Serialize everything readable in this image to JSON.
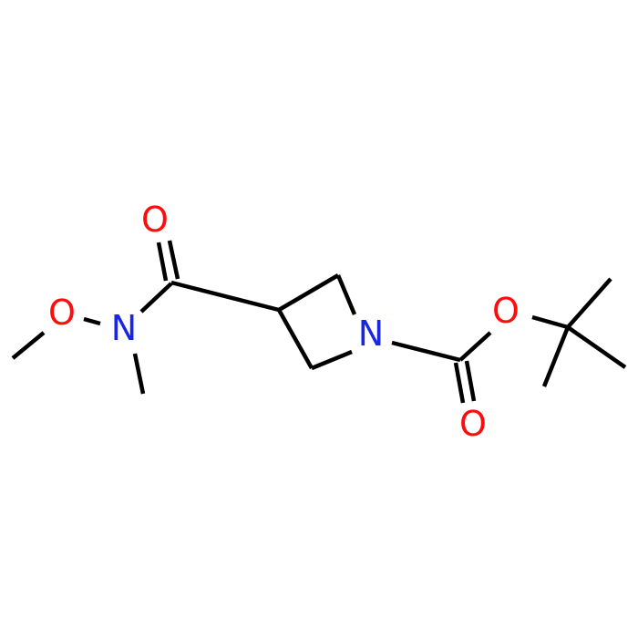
{
  "molecule": {
    "colors": {
      "bond": "#000000",
      "oxygen": "#ff0d0d",
      "nitrogen": "#1a26e6"
    },
    "labels": {
      "o_carbonyl_amide": "O",
      "o_methoxy": "O",
      "n_amide": "N",
      "n_azetidine": "N",
      "o_ester": "O",
      "o_carbonyl_boc": "O"
    }
  }
}
